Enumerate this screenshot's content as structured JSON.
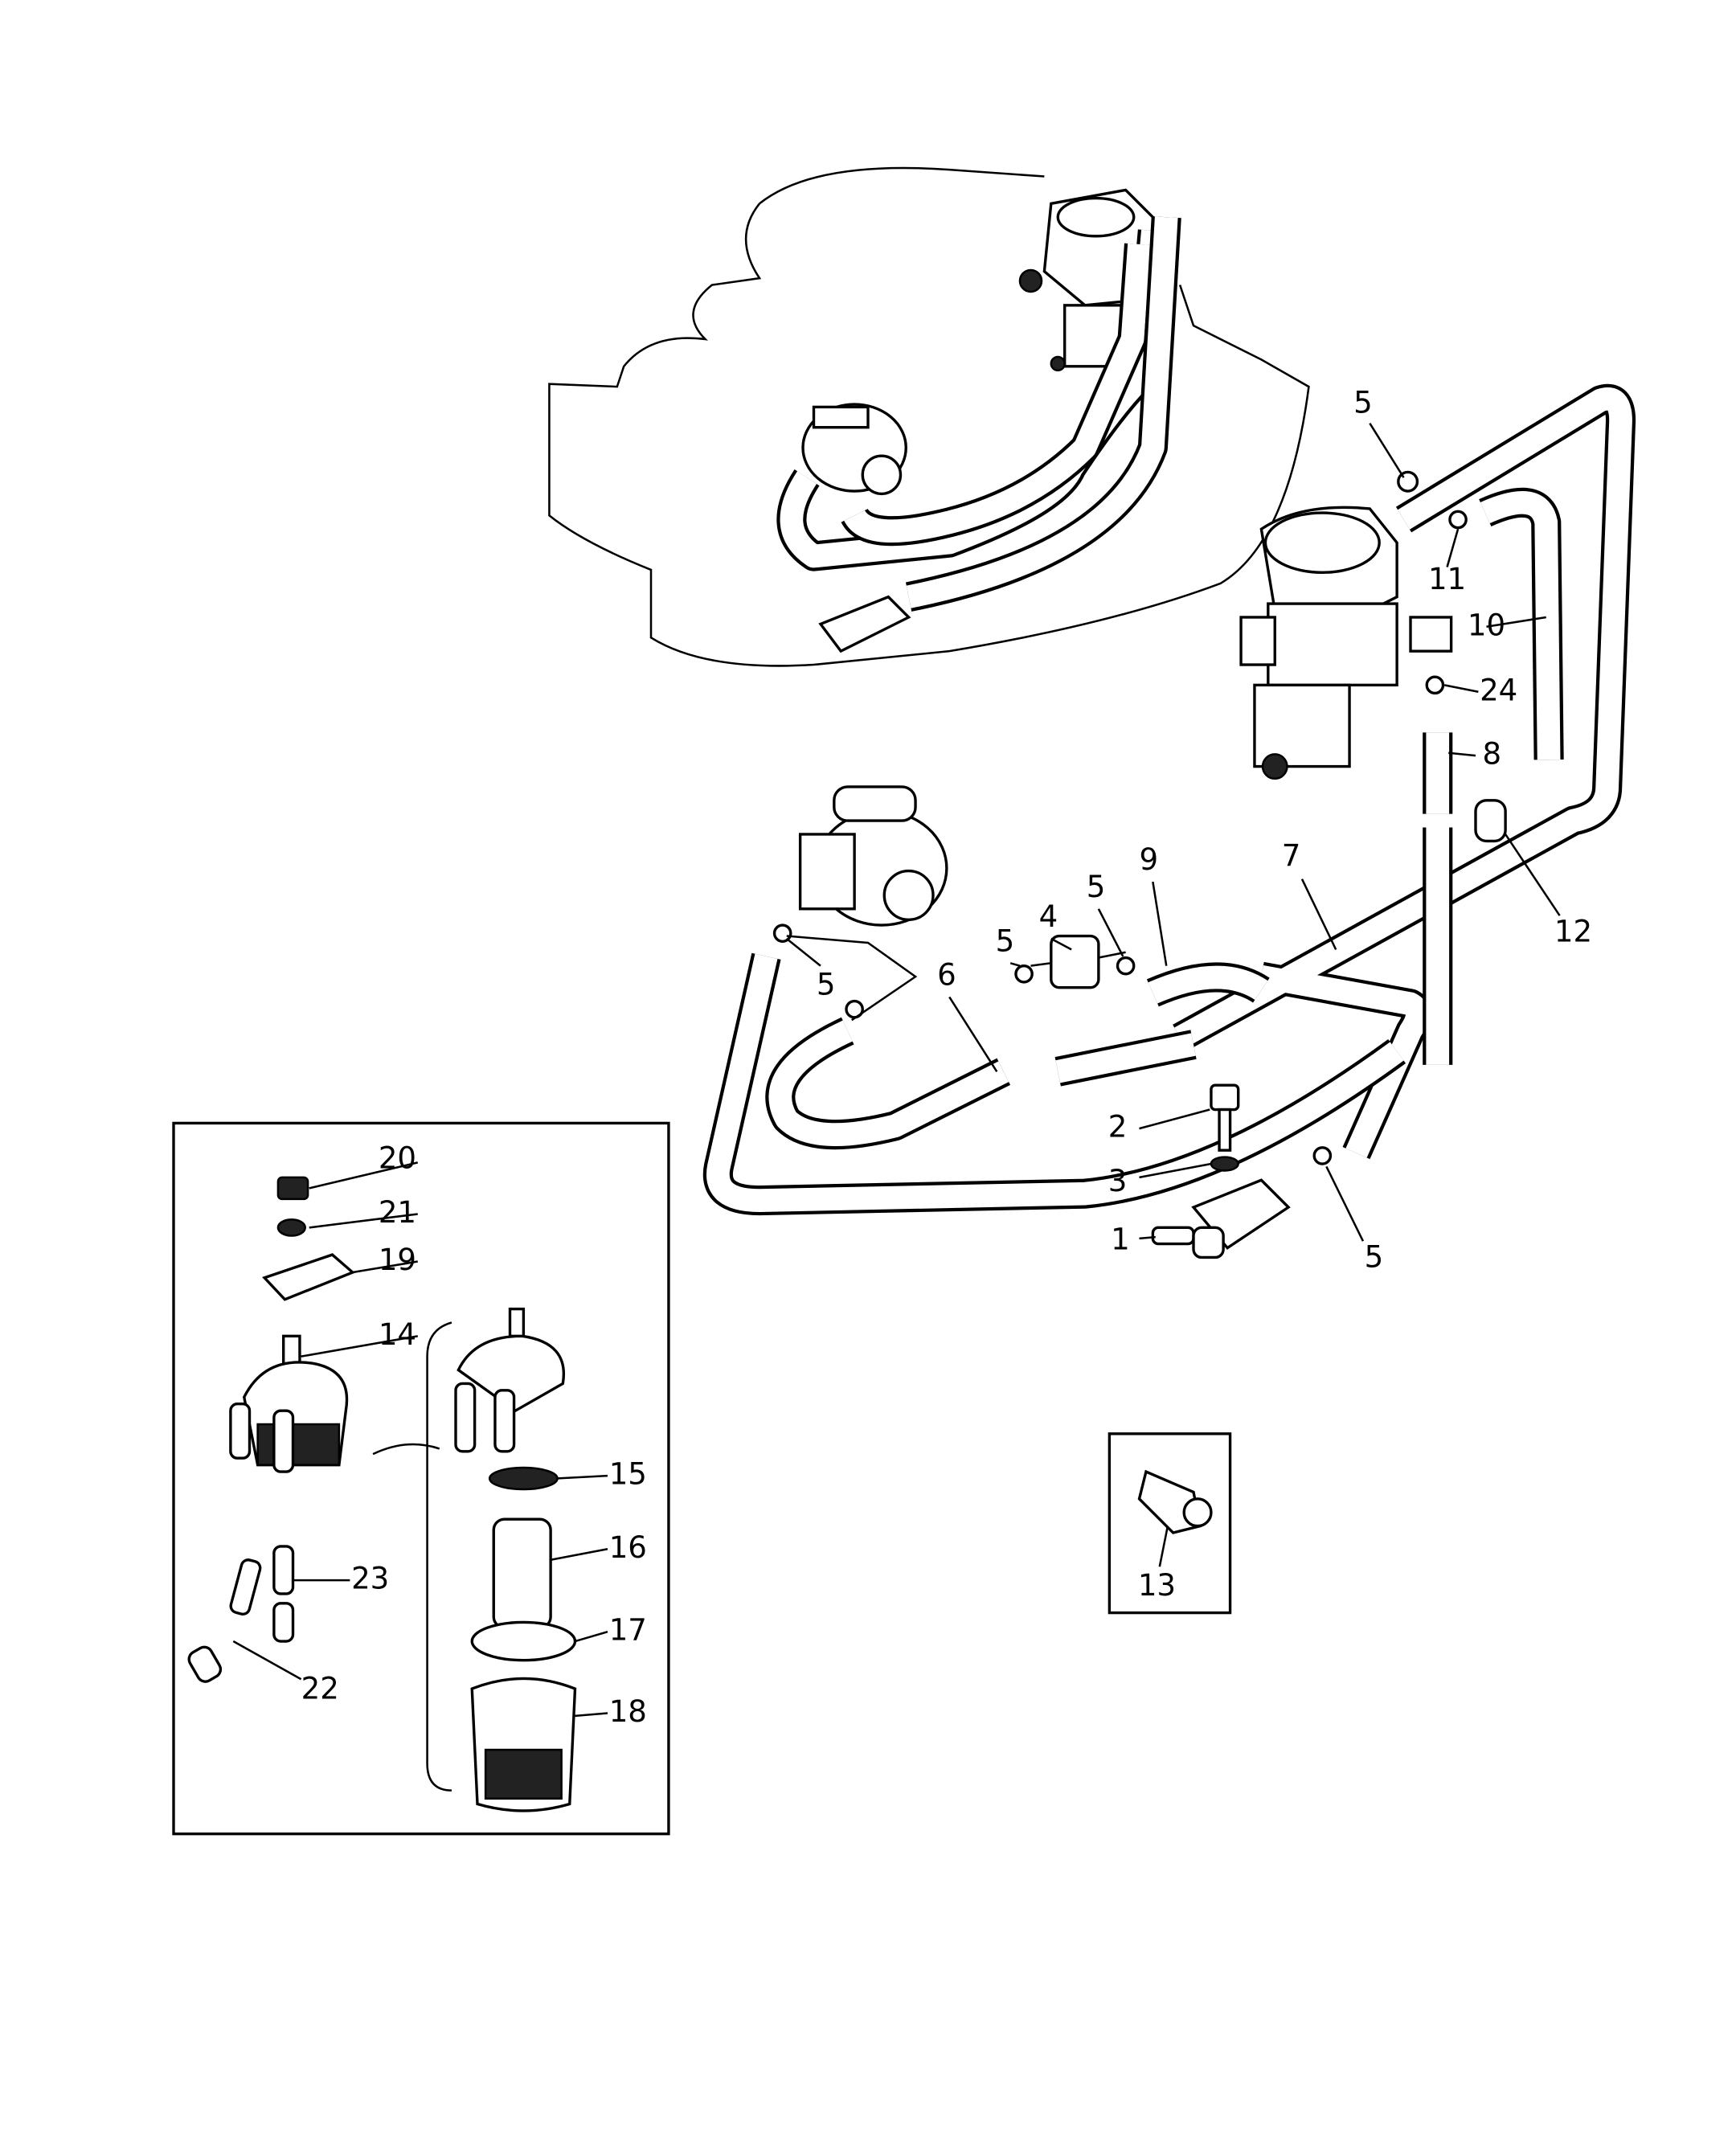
{
  "diagram": {
    "type": "exploded parts diagram",
    "callouts": [
      "5",
      "11",
      "10",
      "24",
      "8",
      "12",
      "7",
      "9",
      "5",
      "4",
      "5",
      "6",
      "5",
      "2",
      "3",
      "1",
      "5",
      "13",
      "20",
      "21",
      "19",
      "14",
      "15",
      "16",
      "17",
      "18",
      "23",
      "22"
    ]
  }
}
